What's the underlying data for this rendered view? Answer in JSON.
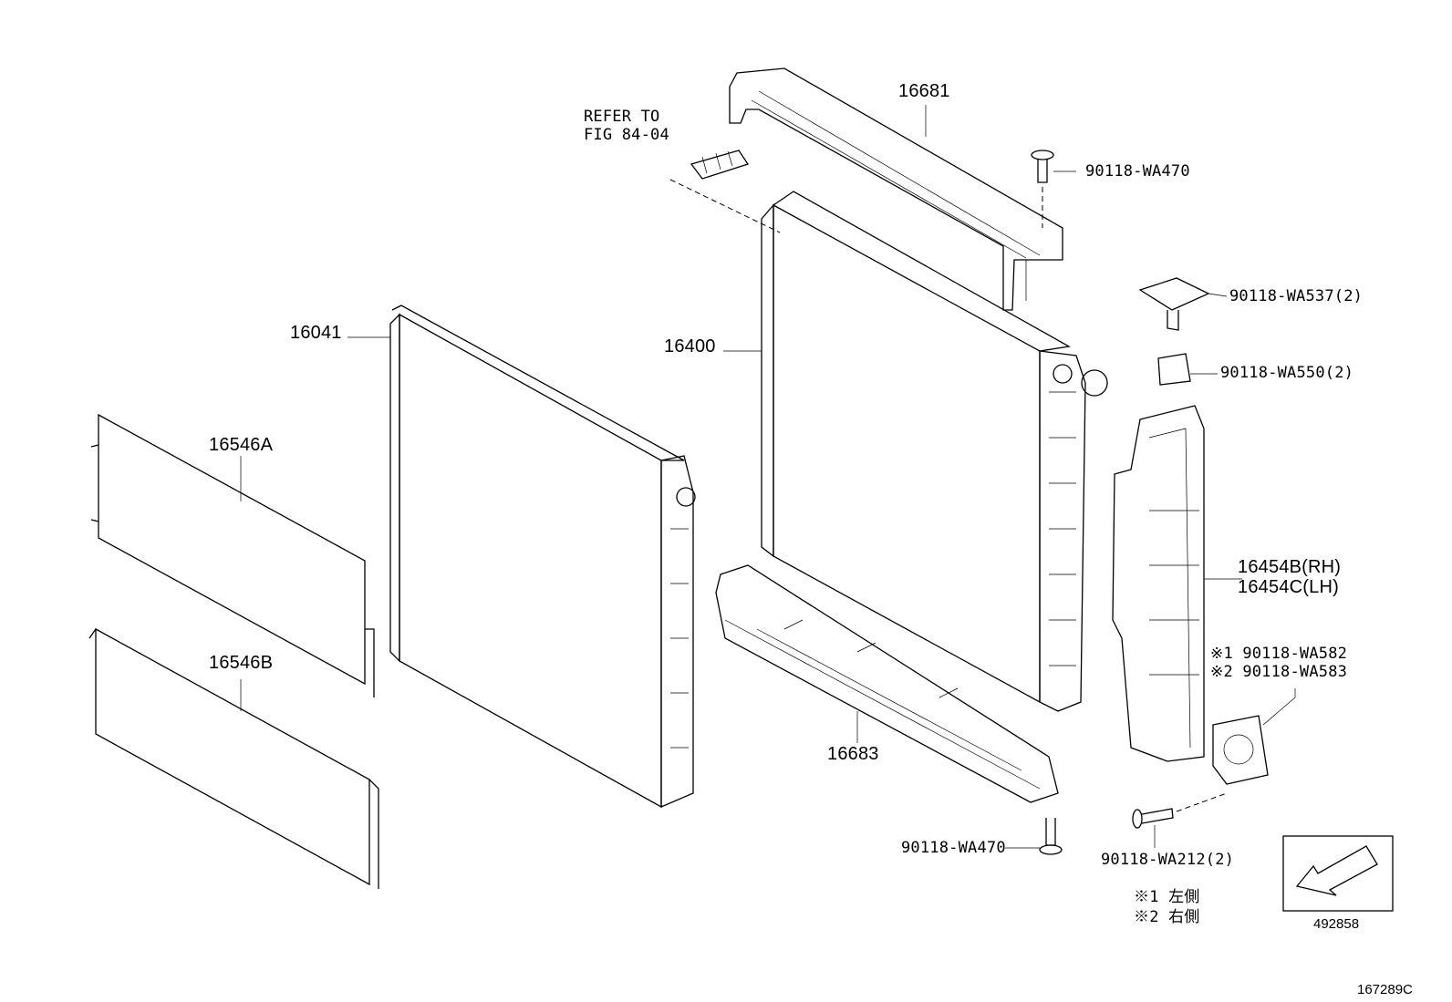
{
  "labels": {
    "refer_to": "REFER TO",
    "fig_ref": "FIG 84-04",
    "p16681": "16681",
    "p90118_wa470_top": "90118-WA470",
    "p16041": "16041",
    "p16400": "16400",
    "p90118_wa537": "90118-WA537(2)",
    "p90118_wa550": "90118-WA550(2)",
    "p16546a": "16546A",
    "p16546b": "16546B",
    "p16454b": "16454B(RH)",
    "p16454c": "16454C(LH)",
    "note1_part": "※1 90118-WA582",
    "note2_part": "※2 90118-WA583",
    "p16683": "16683",
    "p90118_wa470_bottom": "90118-WA470",
    "p90118_wa212": "90118-WA212(2)",
    "legend1": "※1 左側",
    "legend2": "※2 右側",
    "direction_code": "492858",
    "figure_code": "167289C"
  },
  "icons": {
    "direction": "front-direction-arrow-icon"
  }
}
